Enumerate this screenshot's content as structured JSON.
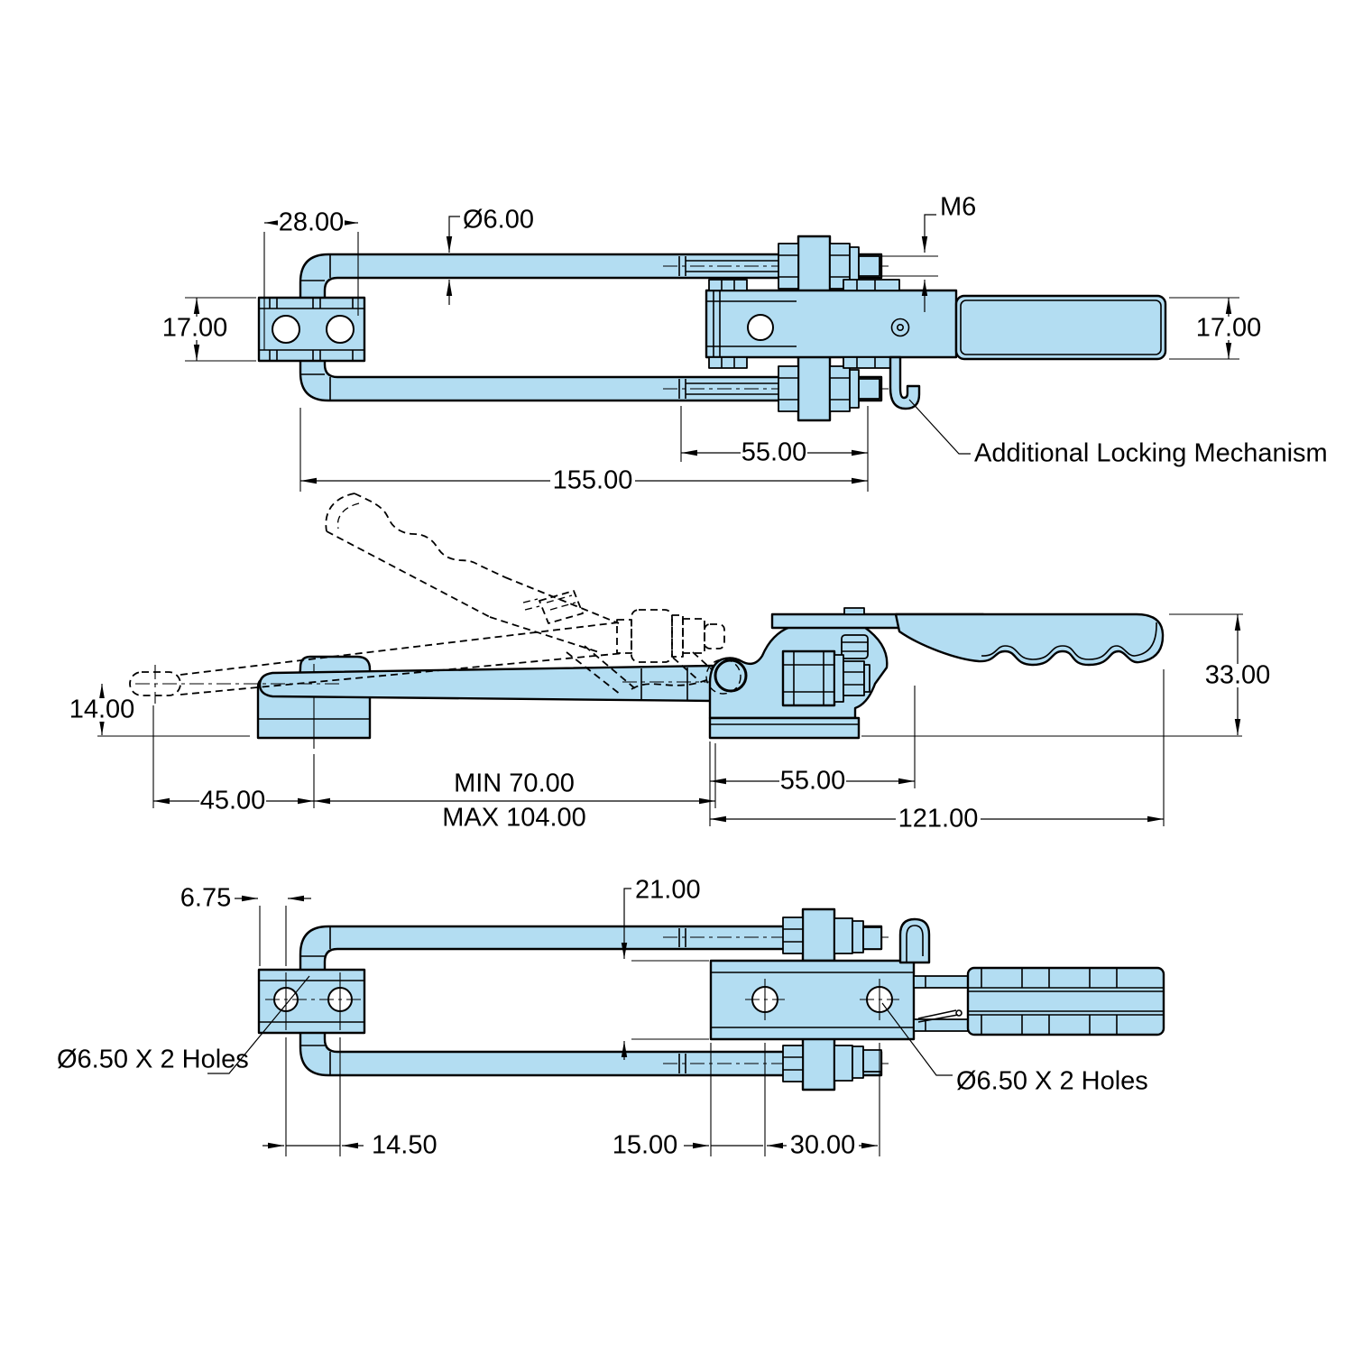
{
  "drawing_type": "engineering-dimension-drawing",
  "views": {
    "top": {
      "dims": {
        "bracket_width": "28.00",
        "rod_diameter": "Ø6.00",
        "thread_size": "M6",
        "height_left": "17.00",
        "height_right": "17.00",
        "thread_length": "55.00",
        "overall_length": "155.00"
      },
      "note_locking": "Additional Locking Mechanism"
    },
    "side": {
      "dims": {
        "hook_height": "14.00",
        "keeper_distance": "45.00",
        "span_min": "MIN 70.00",
        "span_max": "MAX 104.00",
        "base_length": "55.00",
        "body_length": "121.00",
        "overall_height": "33.00"
      }
    },
    "plan": {
      "dims": {
        "edge_to_hole": "6.75",
        "base_width": "21.00",
        "hole_pitch_left": "14.50",
        "edge_to_hole_right": "15.00",
        "hole_pitch_right": "30.00"
      },
      "note_holes_left": "Ø6.50 X 2 Holes",
      "note_holes_right": "Ø6.50 X 2 Holes"
    }
  },
  "colors": {
    "part_fill": "#b3ddf2",
    "line": "#000000",
    "background": "#ffffff"
  }
}
